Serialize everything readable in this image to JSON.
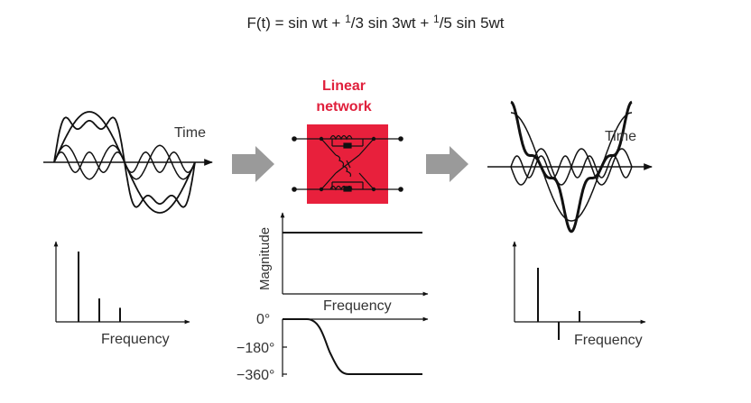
{
  "equation": {
    "lhs": "F(t) = sin wt + ",
    "frac1_num": "1",
    "frac1_den": "3",
    "mid": " sin 3wt + ",
    "frac2_num": "1",
    "frac2_den": "5",
    "end": " sin 5wt"
  },
  "labels": {
    "time_left": "Time",
    "time_right": "Time",
    "frequency_left": "Frequency",
    "frequency_mid": "Frequency",
    "frequency_right": "Frequency",
    "network_line1": "Linear",
    "network_line2": "network",
    "magnitude": "Magnitude",
    "phase_0": "0°",
    "phase_180": "−180°",
    "phase_360": "−360°"
  },
  "colors": {
    "network_red": "#e8203c",
    "network_text": "#e0203c",
    "arrow_gray": "#9a9a9a",
    "ink": "#111111"
  },
  "harmonics": [
    {
      "order": 1,
      "amplitude": 1.0
    },
    {
      "order": 3,
      "amplitude": 0.3333
    },
    {
      "order": 5,
      "amplitude": 0.2
    }
  ],
  "output_harmonic_phases_deg": [
    0,
    -180,
    -360
  ],
  "input_spectrum": [
    {
      "order": 1,
      "amplitude": 1.0
    },
    {
      "order": 3,
      "amplitude": 0.3333
    },
    {
      "order": 5,
      "amplitude": 0.2
    }
  ],
  "output_spectrum": [
    {
      "order": 1,
      "amplitude": 1.0
    },
    {
      "order": 3,
      "amplitude": -0.3333
    },
    {
      "order": 5,
      "amplitude": 0.2
    }
  ]
}
